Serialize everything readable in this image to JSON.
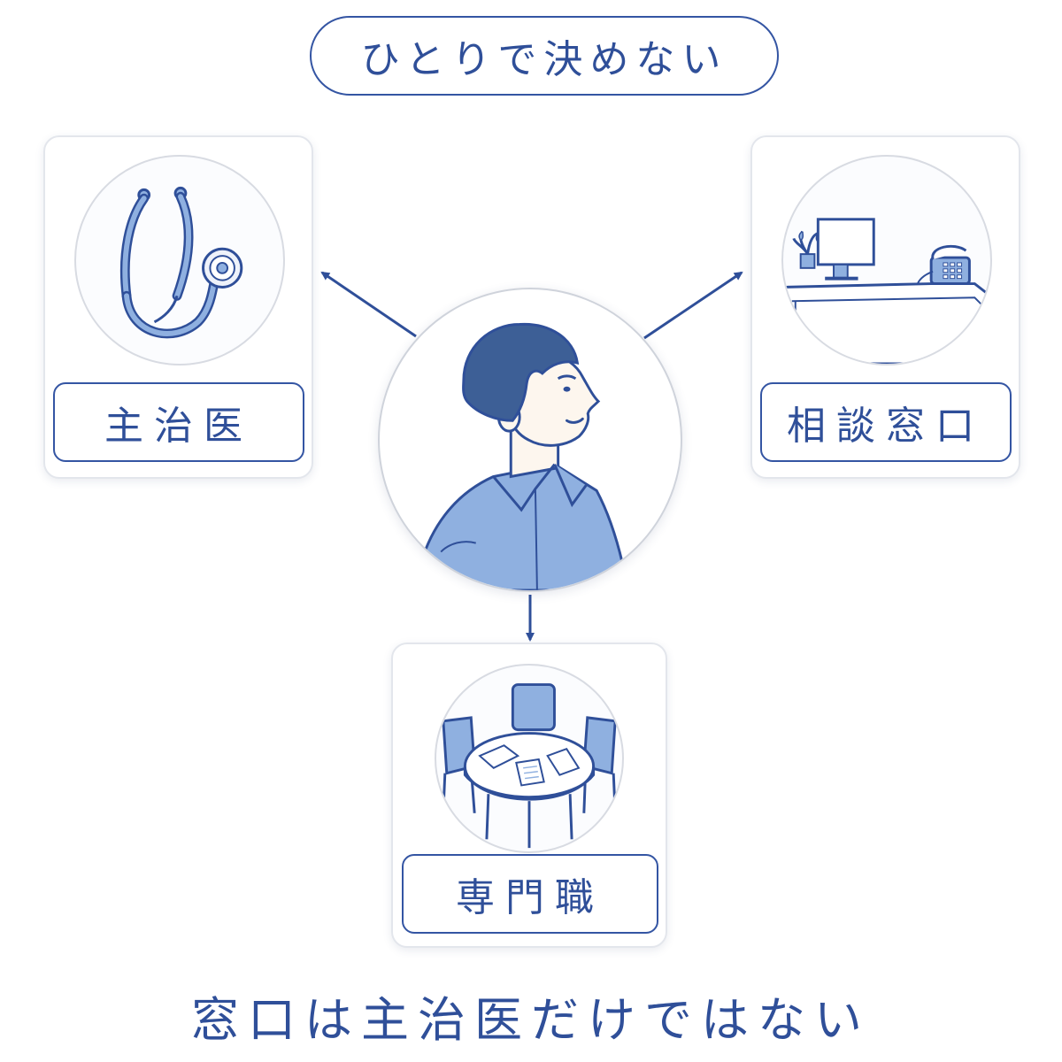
{
  "title": "ひとりで決めない",
  "nodes": {
    "doctor": {
      "label": "主治医",
      "icon": "stethoscope-icon"
    },
    "consult": {
      "label": "相談窓口",
      "icon": "reception-desk-icon"
    },
    "specialist": {
      "label": "専門職",
      "icon": "meeting-table-icon"
    }
  },
  "center": {
    "icon": "person-icon"
  },
  "caption": "窓口は主治医だけではない",
  "colors": {
    "accent": "#2f4f99",
    "border": "#3455a3",
    "fill_light": "#8fb0e0",
    "card_border": "#e3e6ec"
  }
}
